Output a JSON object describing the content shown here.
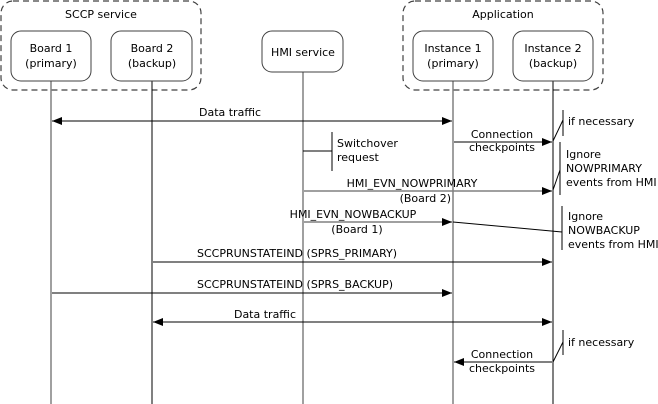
{
  "groups": {
    "sccp": {
      "label": "SCCP service"
    },
    "application": {
      "label": "Application"
    }
  },
  "participants": {
    "board1": {
      "line1": "Board 1",
      "line2": "(primary)"
    },
    "board2": {
      "line1": "Board 2",
      "line2": "(backup)"
    },
    "hmi": {
      "line1": "HMI service"
    },
    "inst1": {
      "line1": "Instance 1",
      "line2": "(primary)"
    },
    "inst2": {
      "line1": "Instance 2",
      "line2": "(backup)"
    }
  },
  "messages": {
    "data_traffic_1": {
      "label": "Data traffic",
      "from": "Board 1",
      "to": "Instance 1",
      "bidirectional": true
    },
    "conn_checkpoints_1": {
      "line1": "Connection",
      "line2": "checkpoints",
      "from": "Instance 1",
      "to": "Instance 2"
    },
    "switchover_request": {
      "line1": "Switchover",
      "line2": "request",
      "on": "HMI service"
    },
    "nowprimary": {
      "line1": "HMI_EVN_NOWPRIMARY",
      "line2": "(Board 2)",
      "from": "HMI service",
      "to": "Instance 2"
    },
    "nowbackup": {
      "line1": "HMI_EVN_NOWBACKUP",
      "line2": "(Board 1)",
      "from": "HMI service",
      "to": "Instance 1"
    },
    "runstate_primary": {
      "label": "SCCPRUNSTATEIND (SPRS_PRIMARY)",
      "from": "Board 2",
      "to": "Instance 2"
    },
    "runstate_backup": {
      "label": "SCCPRUNSTATEIND (SPRS_BACKUP)",
      "from": "Board 1",
      "to": "Instance 1"
    },
    "data_traffic_2": {
      "label": "Data traffic",
      "from": "Board 2",
      "to": "Instance 2",
      "bidirectional": true
    },
    "conn_checkpoints_2": {
      "line1": "Connection",
      "line2": "checkpoints",
      "from": "Instance 2",
      "to": "Instance 1"
    }
  },
  "notes": {
    "if_necessary_1": {
      "line1": "if necessary"
    },
    "ignore_nowprimary": {
      "line1": "Ignore",
      "line2": "NOWPRIMARY",
      "line3": "events from HMI"
    },
    "ignore_nowbackup": {
      "line1": "Ignore",
      "line2": "NOWBACKUP",
      "line3": "events from HMI"
    },
    "if_necessary_2": {
      "line1": "if necessary"
    }
  },
  "colors": {
    "line": "#000000",
    "lifeline_gray": "#808080",
    "group_border": "#404040"
  }
}
